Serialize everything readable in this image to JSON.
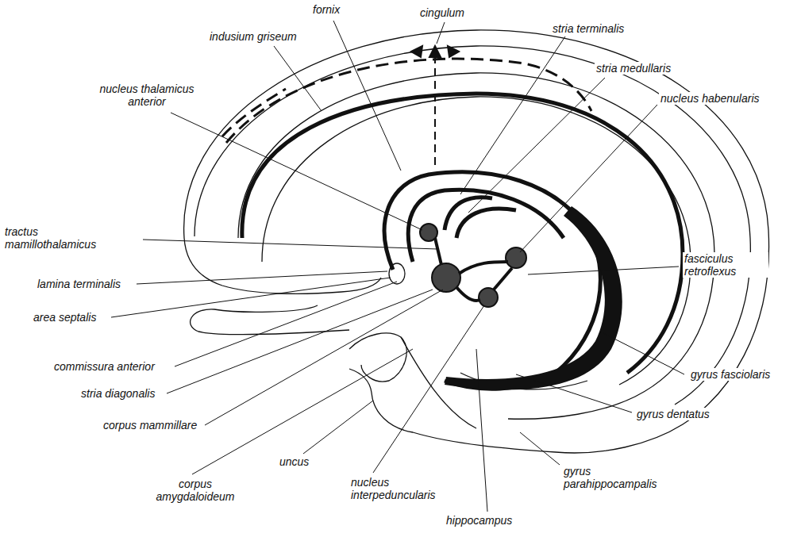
{
  "diagram": {
    "labels": [
      "fornix",
      "cingulum",
      "indusium griseum",
      "stria terminalis",
      "stria medullaris",
      "nucleus habenularis",
      "nucleus thalamicus anterior",
      "tractus mamillothalamicus",
      "fasciculus retroflexus",
      "lamina terminalis",
      "area septalis",
      "commissura anterior",
      "gyrus fasciolaris",
      "stria diagonalis",
      "corpus mammillare",
      "gyrus dentatus",
      "uncus",
      "gyrus parahippocampalis",
      "corpus amygdaloideum",
      "nucleus interpeduncularis",
      "hippocampus"
    ]
  }
}
